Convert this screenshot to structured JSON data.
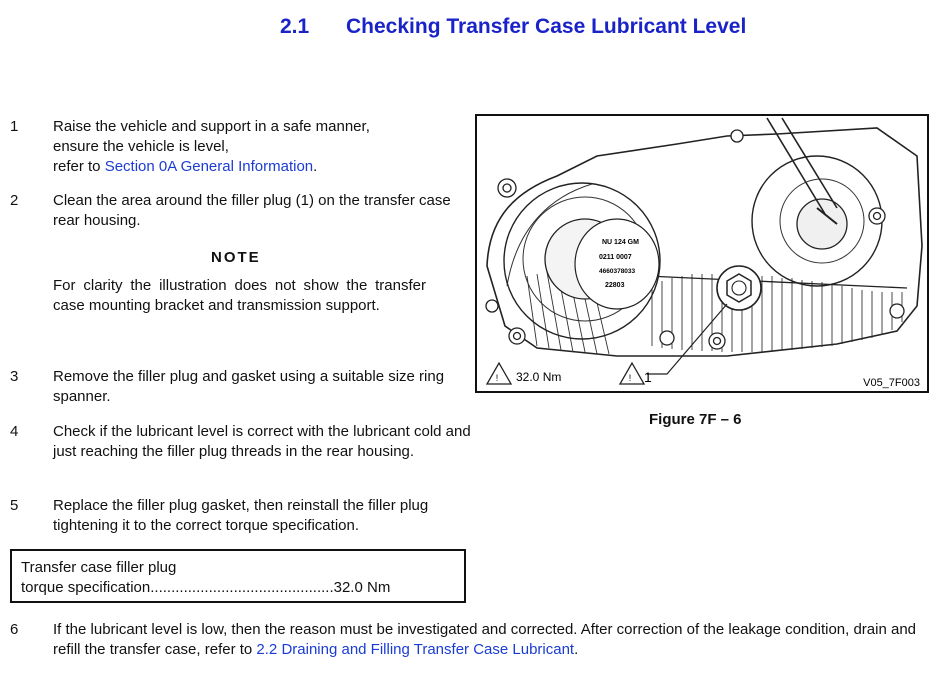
{
  "title": {
    "number": "2.1",
    "text": "Checking Transfer Case Lubricant Level"
  },
  "steps": [
    {
      "number": "1",
      "lines": [
        "Raise the vehicle and support in a safe manner,",
        "ensure the vehicle is level,"
      ],
      "ref_prefix": "refer to ",
      "ref_link": "Section 0A General Information",
      "ref_suffix": "."
    },
    {
      "number": "2",
      "text": "Clean the area around the filler plug (1) on the transfer case rear housing."
    },
    {
      "number": "3",
      "text": "Remove the filler plug and gasket using a suitable size ring spanner."
    },
    {
      "number": "4",
      "text": "Check if the lubricant level is correct with the lubricant cold and just reaching the filler plug threads in the rear housing."
    },
    {
      "number": "5",
      "text": "Replace the filler plug gasket, then reinstall the filler plug tightening it to the correct torque specification."
    },
    {
      "number": "6",
      "text": "If the lubricant level is low, then the reason must be investigated and corrected. After correction of the leakage condition, drain and refill the transfer case, refer to ",
      "ref_link": "2.2  Draining and Filling Transfer Case Lubricant",
      "ref_suffix": "."
    }
  ],
  "note": {
    "heading": "NOTE",
    "text": "For clarity the illustration does not show the transfer case mounting bracket and transmission support."
  },
  "torque_box": {
    "line1": "Transfer case filler plug",
    "label": "torque specification",
    "leader": "............................................",
    "value": "32.0 Nm"
  },
  "figure": {
    "torque_callout": "32.0 Nm",
    "callout_number": "1",
    "code": "V05_7F003",
    "plate_lines": [
      "NU 124 GM",
      "0211 0007",
      "4660378033",
      "22803"
    ],
    "caption": "Figure 7F – 6"
  }
}
